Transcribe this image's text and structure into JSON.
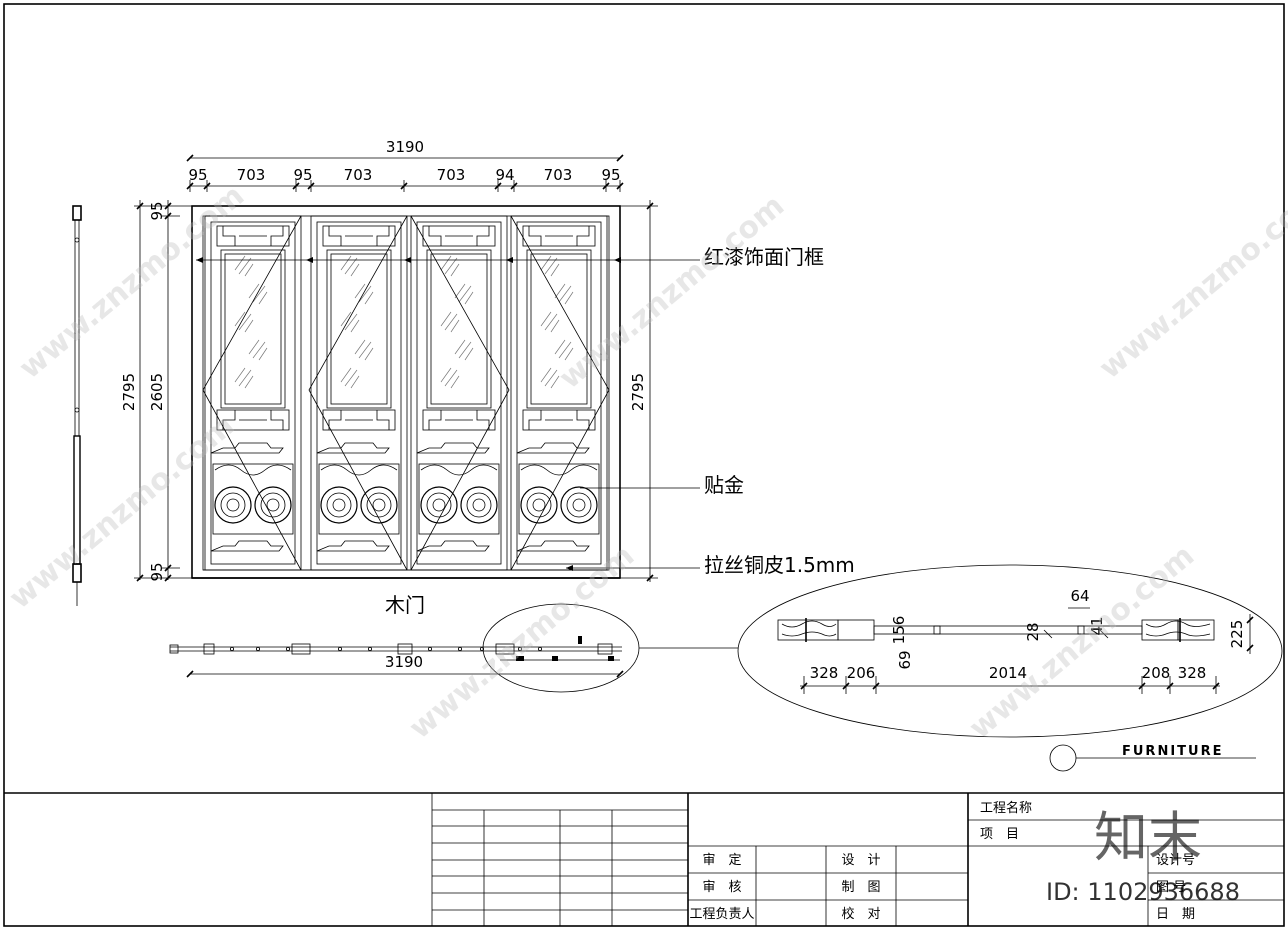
{
  "drawing": {
    "top_overall": "3190",
    "top_segments": [
      "95",
      "703",
      "95",
      "703",
      "703",
      "94",
      "703",
      "95"
    ],
    "left_outer": "2795",
    "left_inner": "2605",
    "left_top": "95",
    "left_bottom": "95",
    "right_height": "2795",
    "plan_width": "3190",
    "title": "木门"
  },
  "callouts": {
    "frame": "红漆饰面门框",
    "gilt": "贴金",
    "copper": "拉丝铜皮1.5mm"
  },
  "detail": {
    "d64": "64",
    "d156": "156",
    "d69": "69",
    "d28": "28",
    "d41": "41",
    "d225": "225",
    "bottom": [
      "328",
      "206",
      "2014",
      "208",
      "328"
    ]
  },
  "brand": "FURNITURE",
  "title_block": {
    "review": "审　定",
    "check": "审　核",
    "lead": "工程负责人",
    "design": "设　计",
    "draw": "制　图",
    "proof": "校　对",
    "project_name": "工程名称",
    "item": "项　目",
    "design_no": "设计号",
    "drawing_no": "图 号",
    "date": "日　期"
  },
  "watermark": {
    "site": "www.znzmo.com",
    "logo": "知末",
    "id": "ID: 1102936688"
  }
}
